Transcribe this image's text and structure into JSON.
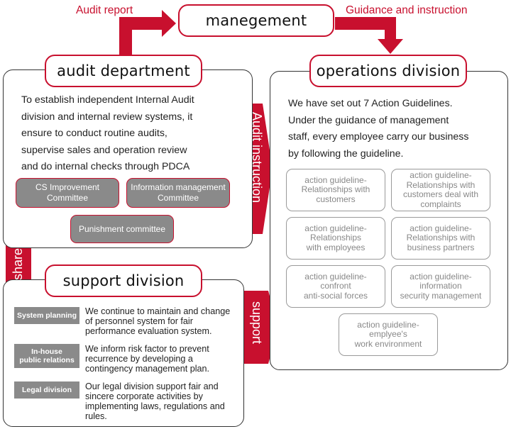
{
  "colors": {
    "accent": "#c8102e",
    "gray": "#8a8a8a",
    "border": "#333333"
  },
  "top": {
    "management": "manegement",
    "audit_report_label": "Audit report",
    "guidance_label": "Guidance and instruction"
  },
  "audit": {
    "title": "audit department",
    "lines": [
      "To establish independent Internal Audit",
      "division and internal review systems, it",
      "ensure to conduct routine audits,",
      "supervise sales and operation review",
      "and do internal checks through PDCA"
    ],
    "committees": [
      [
        "CS Improvement",
        "Committee"
      ],
      [
        "Information management",
        "Committee"
      ],
      [
        "Punishment committee"
      ]
    ]
  },
  "operations": {
    "title": "operations division",
    "lines": [
      "We have set out 7 Action Guidelines.",
      "Under the guidance of management",
      "staff, every employee carry our business",
      "by following the guideline."
    ],
    "guidelines": [
      [
        "action guideline-",
        "Relationships with",
        "customers"
      ],
      [
        "action guideline-",
        "Relationships with",
        "customers deal with",
        "complaints"
      ],
      [
        "action guideline-",
        "Relationships",
        "with employees"
      ],
      [
        "action guideline-",
        "Relationships with",
        "business partners"
      ],
      [
        "action guideline-",
        "confront",
        "anti-social forces"
      ],
      [
        "action guideline-",
        "information",
        "security management"
      ],
      [
        "action guideline-",
        "emplyee's",
        "work environment"
      ]
    ]
  },
  "support": {
    "title": "support division",
    "items": [
      {
        "tag": [
          "System planning"
        ],
        "text": [
          "We continue to maintain and change",
          "of personnel system for fair",
          "performance evaluation system."
        ]
      },
      {
        "tag": [
          "In-house",
          "public relations"
        ],
        "text": [
          "We inform risk factor to prevent",
          "recurrence  by developing a",
          "contingency management plan."
        ]
      },
      {
        "tag": [
          "Legal division"
        ],
        "text": [
          "Our legal division support fair and",
          "sincere corporate activities by",
          "implementing laws, regulations and",
          "rules."
        ]
      }
    ]
  },
  "connectors": {
    "audit_instruction": "Audit instruction",
    "support": "support",
    "share": "share"
  }
}
